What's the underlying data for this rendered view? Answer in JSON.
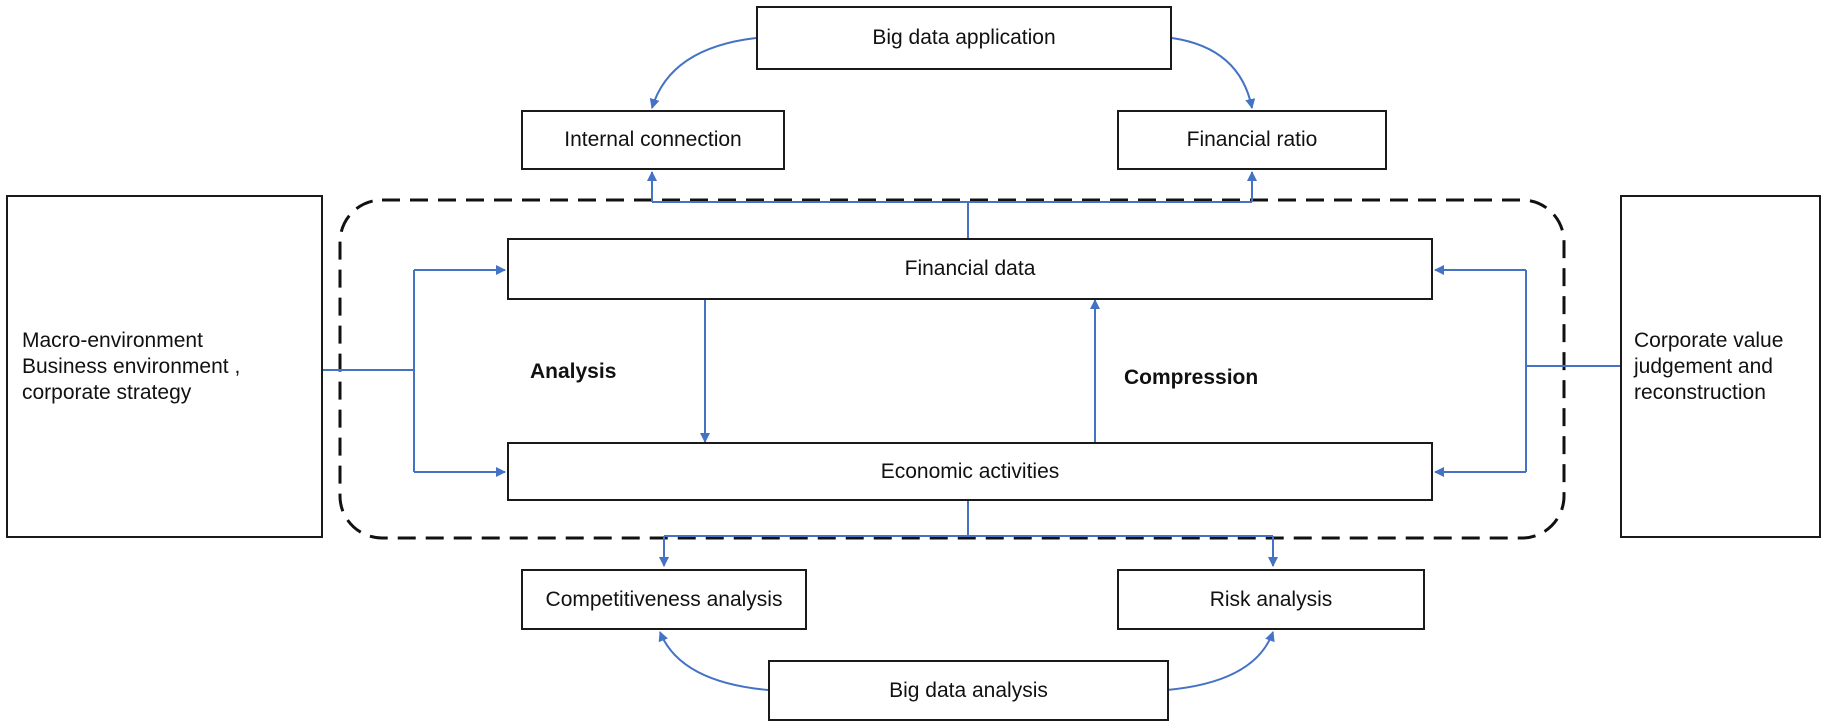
{
  "nodes": {
    "big_data_application": "Big data application",
    "internal_connection": "Internal connection",
    "financial_ratio": "Financial ratio",
    "financial_data": "Financial data",
    "economic_activities": "Economic activities",
    "competitiveness_analysis": "Competitiveness analysis",
    "risk_analysis": "Risk analysis",
    "big_data_analysis": "Big data analysis",
    "macro": [
      "Macro-environment",
      "Business environment ,",
      "corporate strategy"
    ],
    "corporate": [
      "Corporate value",
      "judgement and",
      "reconstruction"
    ]
  },
  "labels": {
    "analysis": "Analysis",
    "compression": "Compression"
  },
  "colors": {
    "connector": "#4472c4",
    "border": "#1a1a1a"
  }
}
